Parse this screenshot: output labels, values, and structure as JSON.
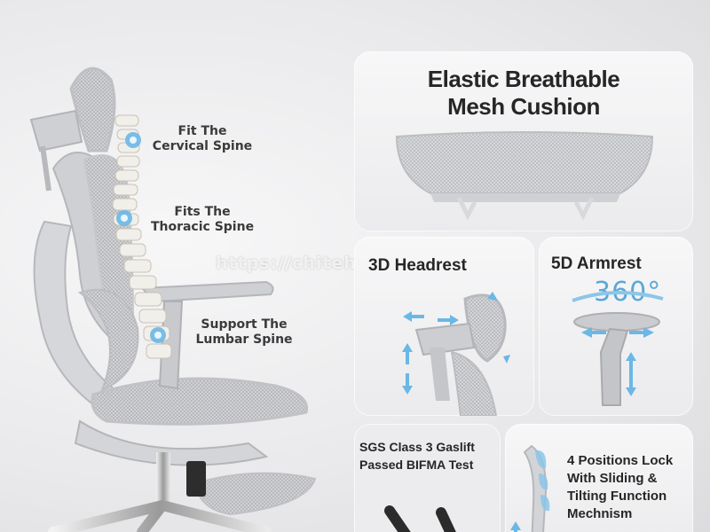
{
  "callouts": {
    "cervical": "Fit The\nCervical Spine",
    "thoracic": "Fits The\nThoracic Spine",
    "lumbar": "Support The\nLumbar Spine"
  },
  "watermark": "https://chiteh.bd.store.com/",
  "panels": {
    "cushion": {
      "title": "Elastic Breathable\nMesh Cushion"
    },
    "headrest": {
      "title": "3D Headrest"
    },
    "armrest": {
      "title": "5D Armrest",
      "rotation": "360°"
    },
    "gaslift": {
      "title": "SGS Class 3 Gaslift\nPassed BIFMA Test"
    },
    "lock": {
      "title": "4 Positions Lock\nWith Sliding &\nTilting Function\nMechnism"
    }
  },
  "colors": {
    "accent": "#5aa9d6",
    "mesh": "#b9babd",
    "frame": "#c8c9cc",
    "text": "#262626"
  }
}
